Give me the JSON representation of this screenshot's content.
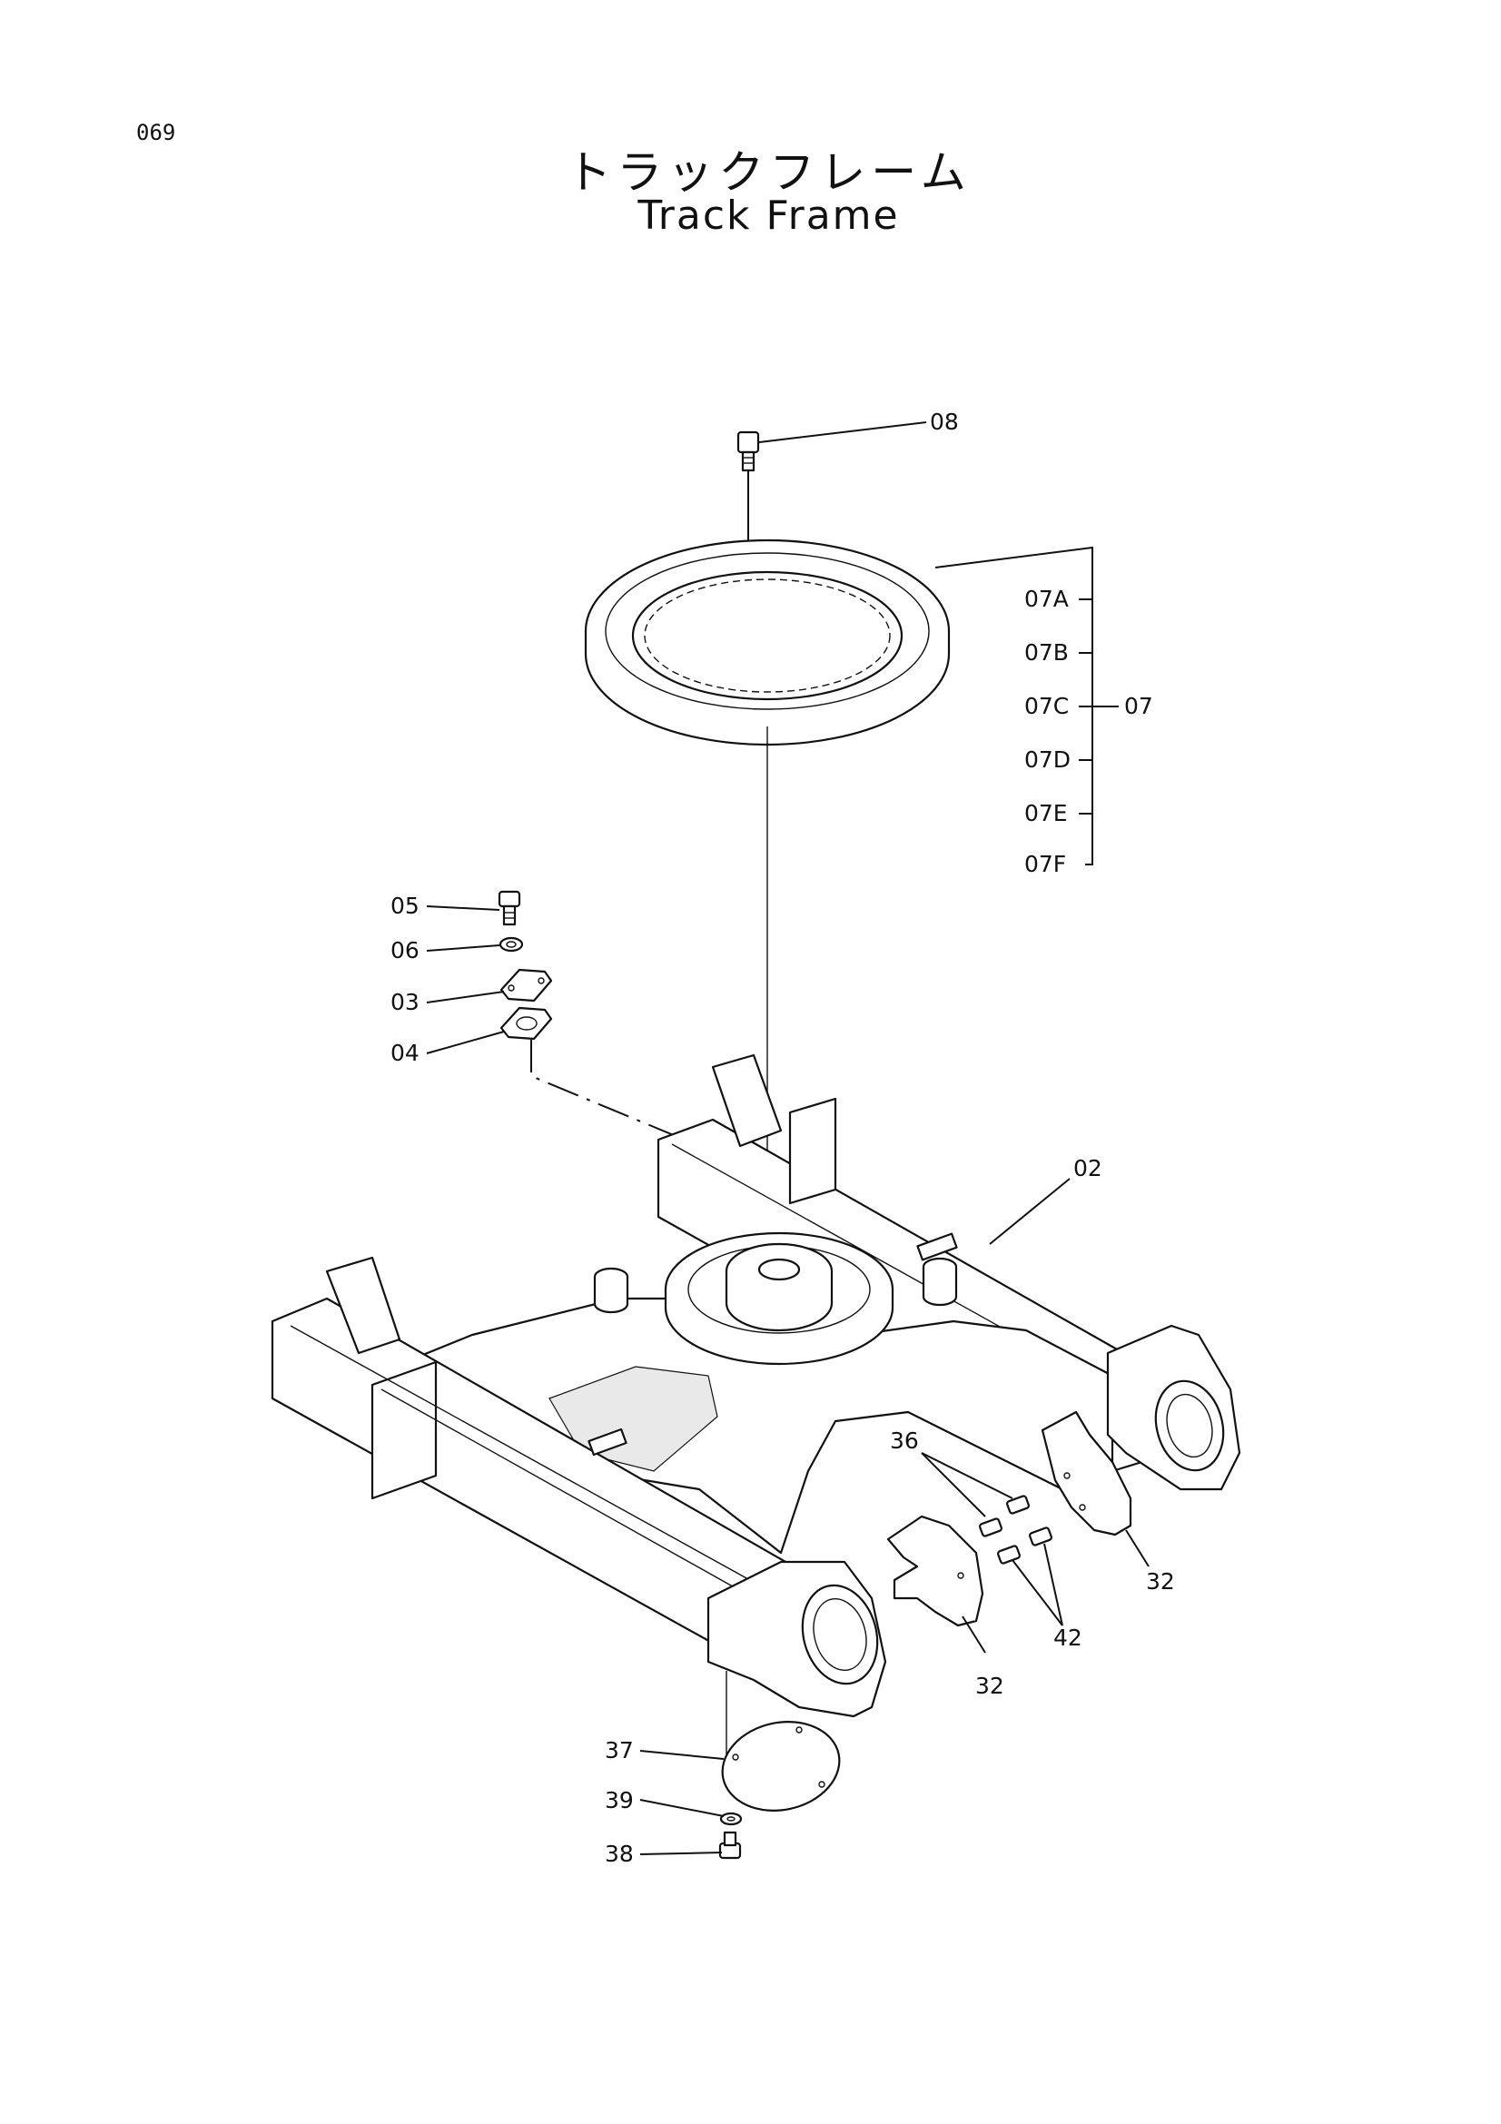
{
  "page_number": "069",
  "title_ja": "トラックフレーム",
  "title_en": "Track Frame",
  "callouts": {
    "c08": "08",
    "c07A": "07A",
    "c07B": "07B",
    "c07C": "07C",
    "c07D": "07D",
    "c07E": "07E",
    "c07F": "07F",
    "c07": "07",
    "c05": "05",
    "c06": "06",
    "c03": "03",
    "c04": "04",
    "c02": "02",
    "c36": "36",
    "c32a": "32",
    "c42": "42",
    "c32b": "32",
    "c37": "37",
    "c39": "39",
    "c38": "38"
  }
}
